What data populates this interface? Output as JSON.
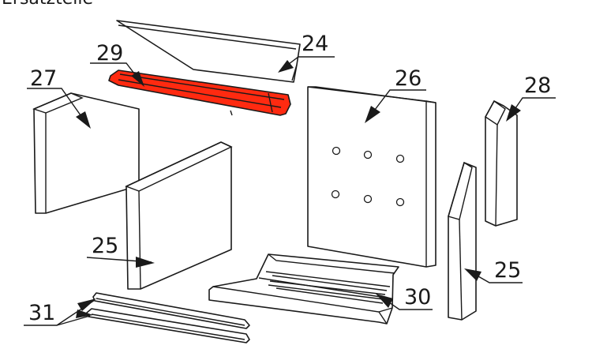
{
  "header_fragment": "Ersatzteile",
  "parts": [
    {
      "id": "part-24",
      "number": "24"
    },
    {
      "id": "part-29",
      "number": "29",
      "highlighted": true
    },
    {
      "id": "part-27",
      "number": "27"
    },
    {
      "id": "part-26",
      "number": "26"
    },
    {
      "id": "part-28",
      "number": "28"
    },
    {
      "id": "part-25a",
      "number": "25"
    },
    {
      "id": "part-25b",
      "number": "25"
    },
    {
      "id": "part-30",
      "number": "30"
    },
    {
      "id": "part-31",
      "number": "31"
    }
  ],
  "colors": {
    "highlight": "#ff2a10",
    "line": "#1a1a1a",
    "background": "#ffffff"
  }
}
